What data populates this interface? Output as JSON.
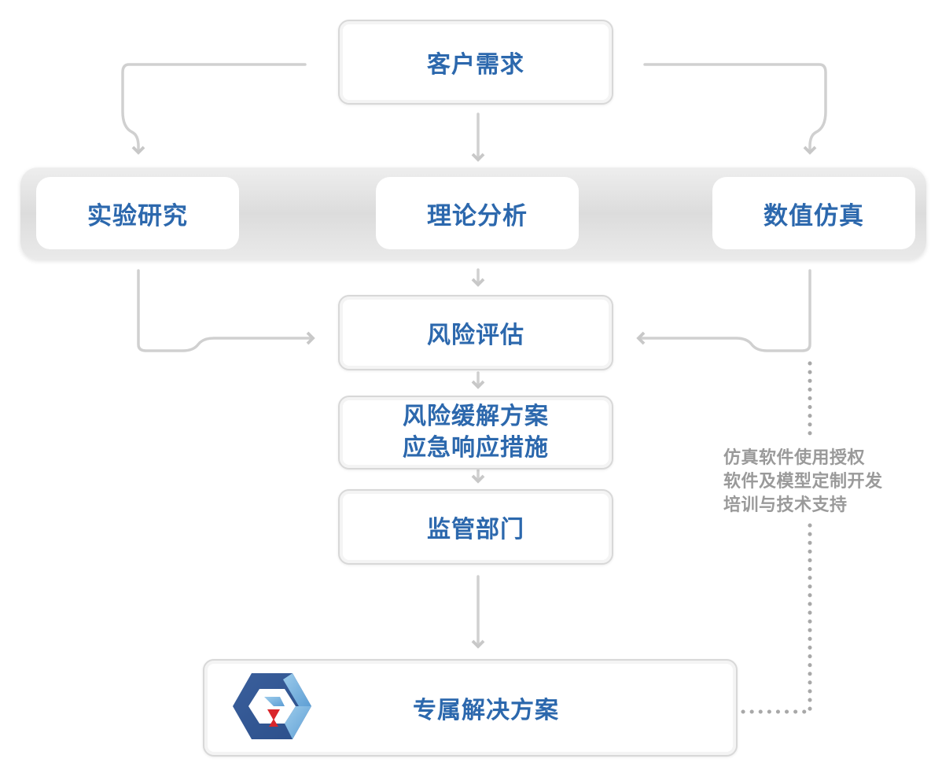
{
  "nodes": {
    "customer_demand": "客户需求",
    "risk_assessment": "风险评估",
    "mitigation_line1": "风险缓解方案",
    "mitigation_line2": "应急响应措施",
    "regulator": "监管部门",
    "solution": "专属解决方案"
  },
  "methods": {
    "experiment": "实验研究",
    "theory": "理论分析",
    "simulation": "数值仿真"
  },
  "services": [
    "仿真软件使用授权",
    "软件及模型定制开发",
    "培训与技术支持"
  ],
  "colors": {
    "label": "#2c68ad",
    "connector": "#cfcfcf",
    "service_text": "#9a9a9a",
    "logo_dark": "#3a5f9c",
    "logo_light": "#78b6e0",
    "logo_red": "#d9262b"
  }
}
